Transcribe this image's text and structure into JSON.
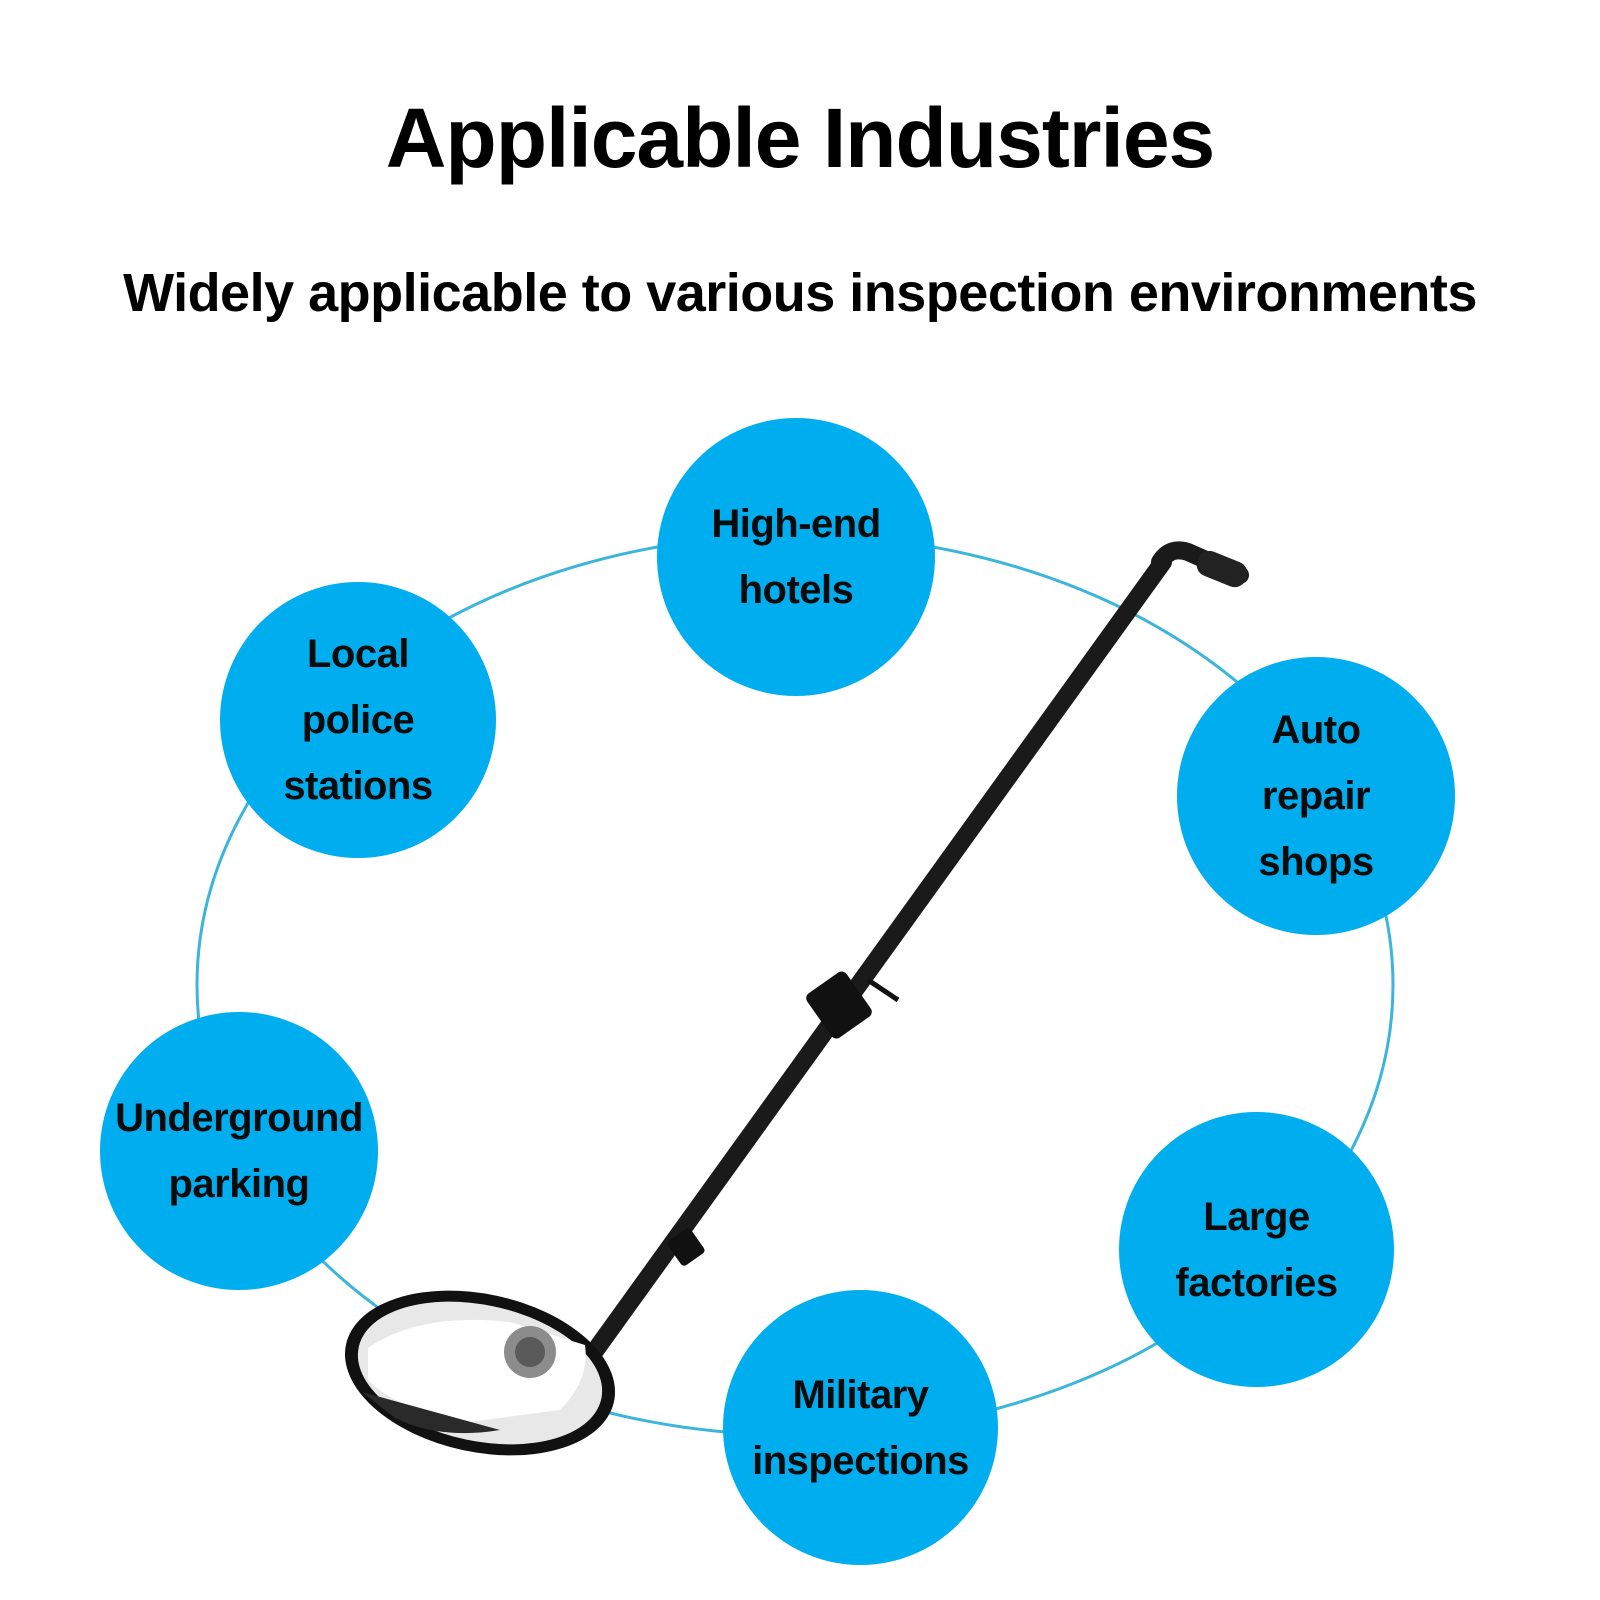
{
  "title": "Applicable Industries",
  "subtitle": "Widely applicable to various inspection environments",
  "colors": {
    "bubble": "#00AEEF",
    "ring": "#3BB5DA",
    "text": "#000000",
    "tool": "#1a1a1a"
  },
  "industries": [
    {
      "key": "hotels",
      "lines": [
        "High-end",
        "hotels"
      ]
    },
    {
      "key": "police",
      "lines": [
        "Local",
        "police",
        "stations"
      ]
    },
    {
      "key": "auto",
      "lines": [
        "Auto",
        "repair",
        "shops"
      ]
    },
    {
      "key": "parking",
      "lines": [
        "Underground",
        "parking"
      ]
    },
    {
      "key": "factories",
      "lines": [
        "Large",
        "factories"
      ]
    },
    {
      "key": "military",
      "lines": [
        "Military",
        "inspections"
      ]
    }
  ],
  "illustration": {
    "icon": "under-vehicle-inspection-mirror-icon"
  }
}
